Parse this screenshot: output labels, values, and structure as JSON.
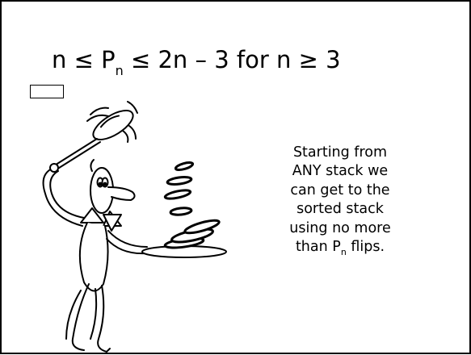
{
  "slide": {
    "title": {
      "before_sub": "n ≤ P",
      "sub": "n",
      "after_sub": " ≤ 2n – 3  for n ≥ 3"
    },
    "body_lines": [
      "Starting from",
      "ANY stack we",
      "can get to the",
      "sorted stack",
      "using no more"
    ],
    "last_line": {
      "before_sub": "than P",
      "sub": "n",
      "after_sub": " flips."
    },
    "illustration": "chef-flipping-pancakes"
  },
  "colors": {
    "ink": "#000000",
    "background": "#ffffff"
  }
}
